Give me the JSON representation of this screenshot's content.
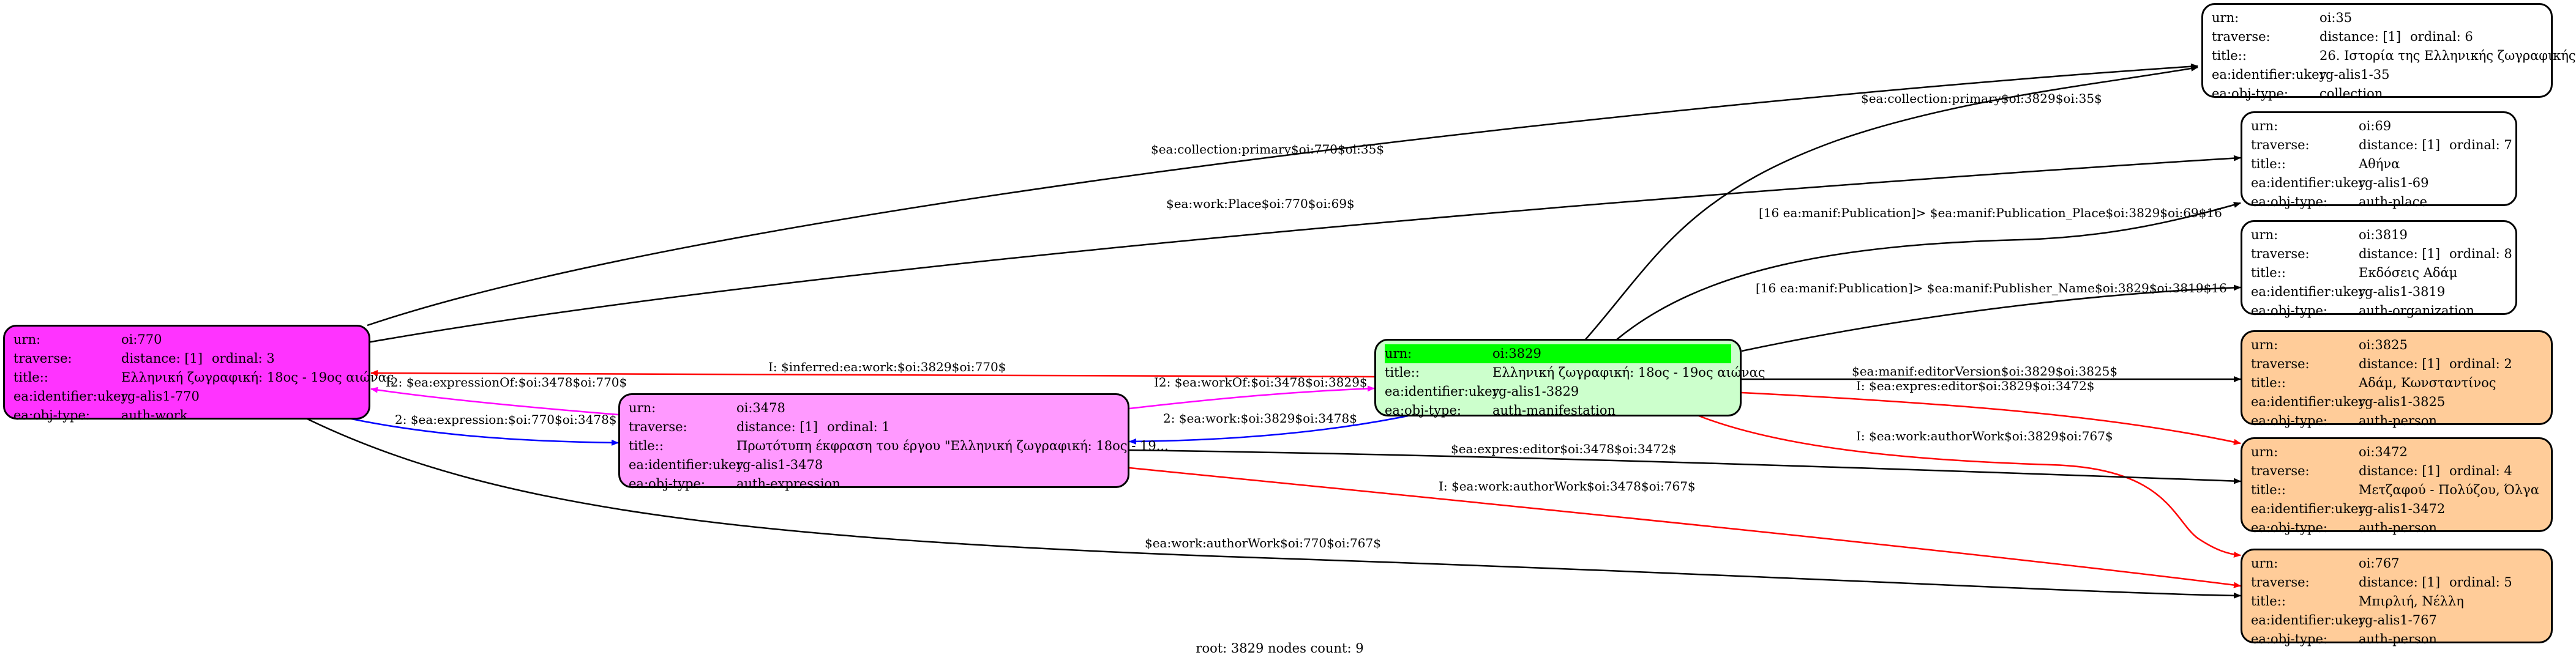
{
  "nodes": {
    "oi770": {
      "urn_label": "urn:",
      "urn": "oi:770",
      "traverse_label": "traverse:",
      "distance": "distance: [1]",
      "ordinal": "ordinal: 3",
      "title_label": "title::",
      "title": "Ελληνική ζωγραφική: 18ος - 19ος αιώνας",
      "ukey_label": "ea:identifier:ukey",
      "ukey": "rg-alis1-770",
      "type_label": "ea:obj-type:",
      "type": "auth-work",
      "fill": "#ff33ff"
    },
    "oi3478": {
      "urn_label": "urn:",
      "urn": "oi:3478",
      "traverse_label": "traverse:",
      "distance": "distance: [1]",
      "ordinal": "ordinal: 1",
      "title_label": "title::",
      "title": "Πρωτότυπη έκφραση του έργου \"Ελληνική ζωγραφική: 18ος - 19...",
      "ukey_label": "ea:identifier:ukey",
      "ukey": "rg-alis1-3478",
      "type_label": "ea:obj-type:",
      "type": "auth-expression",
      "fill": "#ff99ff"
    },
    "oi3829": {
      "urn_label": "urn:",
      "urn": "oi:3829",
      "title_label": "title::",
      "title": "Ελληνική ζωγραφική: 18ος - 19ος αιώνας",
      "ukey_label": "ea:identifier:ukey",
      "ukey": "rg-alis1-3829",
      "type_label": "ea:obj-type:",
      "type": "auth-manifestation",
      "fill": "#ccffcc",
      "highlight": "#00ff00"
    },
    "oi35": {
      "urn_label": "urn:",
      "urn": "oi:35",
      "traverse_label": "traverse:",
      "distance": "distance: [1]",
      "ordinal": "ordinal: 6",
      "title_label": "title::",
      "title": "26. Ιστορία της Ελληνικής ζωγραφικής",
      "ukey_label": "ea:identifier:ukey",
      "ukey": "rg-alis1-35",
      "type_label": "ea:obj-type:",
      "type": "collection",
      "fill": "#ffffff"
    },
    "oi69": {
      "urn_label": "urn:",
      "urn": "oi:69",
      "traverse_label": "traverse:",
      "distance": "distance: [1]",
      "ordinal": "ordinal: 7",
      "title_label": "title::",
      "title": "Αθήνα",
      "ukey_label": "ea:identifier:ukey",
      "ukey": "rg-alis1-69",
      "type_label": "ea:obj-type:",
      "type": "auth-place",
      "fill": "#ffffff"
    },
    "oi3819": {
      "urn_label": "urn:",
      "urn": "oi:3819",
      "traverse_label": "traverse:",
      "distance": "distance: [1]",
      "ordinal": "ordinal: 8",
      "title_label": "title::",
      "title": "Εκδόσεις Αδάμ",
      "ukey_label": "ea:identifier:ukey",
      "ukey": "rg-alis1-3819",
      "type_label": "ea:obj-type:",
      "type": "auth-organization",
      "fill": "#ffffff"
    },
    "oi3825": {
      "urn_label": "urn:",
      "urn": "oi:3825",
      "traverse_label": "traverse:",
      "distance": "distance: [1]",
      "ordinal": "ordinal: 2",
      "title_label": "title::",
      "title": "Αδάμ, Κωνσταντίνος",
      "ukey_label": "ea:identifier:ukey",
      "ukey": "rg-alis1-3825",
      "type_label": "ea:obj-type:",
      "type": "auth-person",
      "fill": "#ffcc99"
    },
    "oi3472": {
      "urn_label": "urn:",
      "urn": "oi:3472",
      "traverse_label": "traverse:",
      "distance": "distance: [1]",
      "ordinal": "ordinal: 4",
      "title_label": "title::",
      "title": "Μετζαφού - Πολύζου, Όλγα",
      "ukey_label": "ea:identifier:ukey",
      "ukey": "rg-alis1-3472",
      "type_label": "ea:obj-type:",
      "type": "auth-person",
      "fill": "#ffcc99"
    },
    "oi767": {
      "urn_label": "urn:",
      "urn": "oi:767",
      "traverse_label": "traverse:",
      "distance": "distance: [1]",
      "ordinal": "ordinal: 5",
      "title_label": "title::",
      "title": "Μπιρλιή, Νέλλη",
      "ukey_label": "ea:identifier:ukey",
      "ukey": "rg-alis1-767",
      "type_label": "ea:obj-type:",
      "type": "auth-person",
      "fill": "#ffcc99"
    }
  },
  "edges": [
    {
      "label": "$ea:collection:primary$oi:770$oi:35$",
      "color": "#000000"
    },
    {
      "label": "$ea:collection:primary$oi:3829$oi:35$",
      "color": "#000000"
    },
    {
      "label": "$ea:work:Place$oi:770$oi:69$",
      "color": "#000000"
    },
    {
      "label": "[16 ea:manif:Publication]> $ea:manif:Publication_Place$oi:3829$oi:69$16",
      "color": "#000000"
    },
    {
      "label": "[16 ea:manif:Publication]> $ea:manif:Publisher_Name$oi:3829$oi:3819$16",
      "color": "#000000"
    },
    {
      "label": "$ea:manif:editorVersion$oi:3829$oi:3825$",
      "color": "#000000"
    },
    {
      "label": "I: $ea:expres:editor$oi:3829$oi:3472$",
      "color": "#ff0000"
    },
    {
      "label": "I: $ea:work:authorWork$oi:3829$oi:767$",
      "color": "#ff0000"
    },
    {
      "label": "I: $inferred:ea:work:$oi:3829$oi:770$",
      "color": "#ff0000"
    },
    {
      "label": "I2: $ea:workOf:$oi:3478$oi:3829$",
      "color": "#ff00ff"
    },
    {
      "label": "I2: $ea:expressionOf:$oi:3478$oi:770$",
      "color": "#ff00ff"
    },
    {
      "label": "2: $ea:expression:$oi:770$oi:3478$",
      "color": "#0000ff"
    },
    {
      "label": "2: $ea:work:$oi:3829$oi:3478$",
      "color": "#0000ff"
    },
    {
      "label": "$ea:expres:editor$oi:3478$oi:3472$",
      "color": "#000000"
    },
    {
      "label": "I: $ea:work:authorWork$oi:3478$oi:767$",
      "color": "#ff0000"
    },
    {
      "label": "$ea:work:authorWork$oi:770$oi:767$",
      "color": "#000000"
    }
  ],
  "footer": "root: 3829 nodes count: 9"
}
